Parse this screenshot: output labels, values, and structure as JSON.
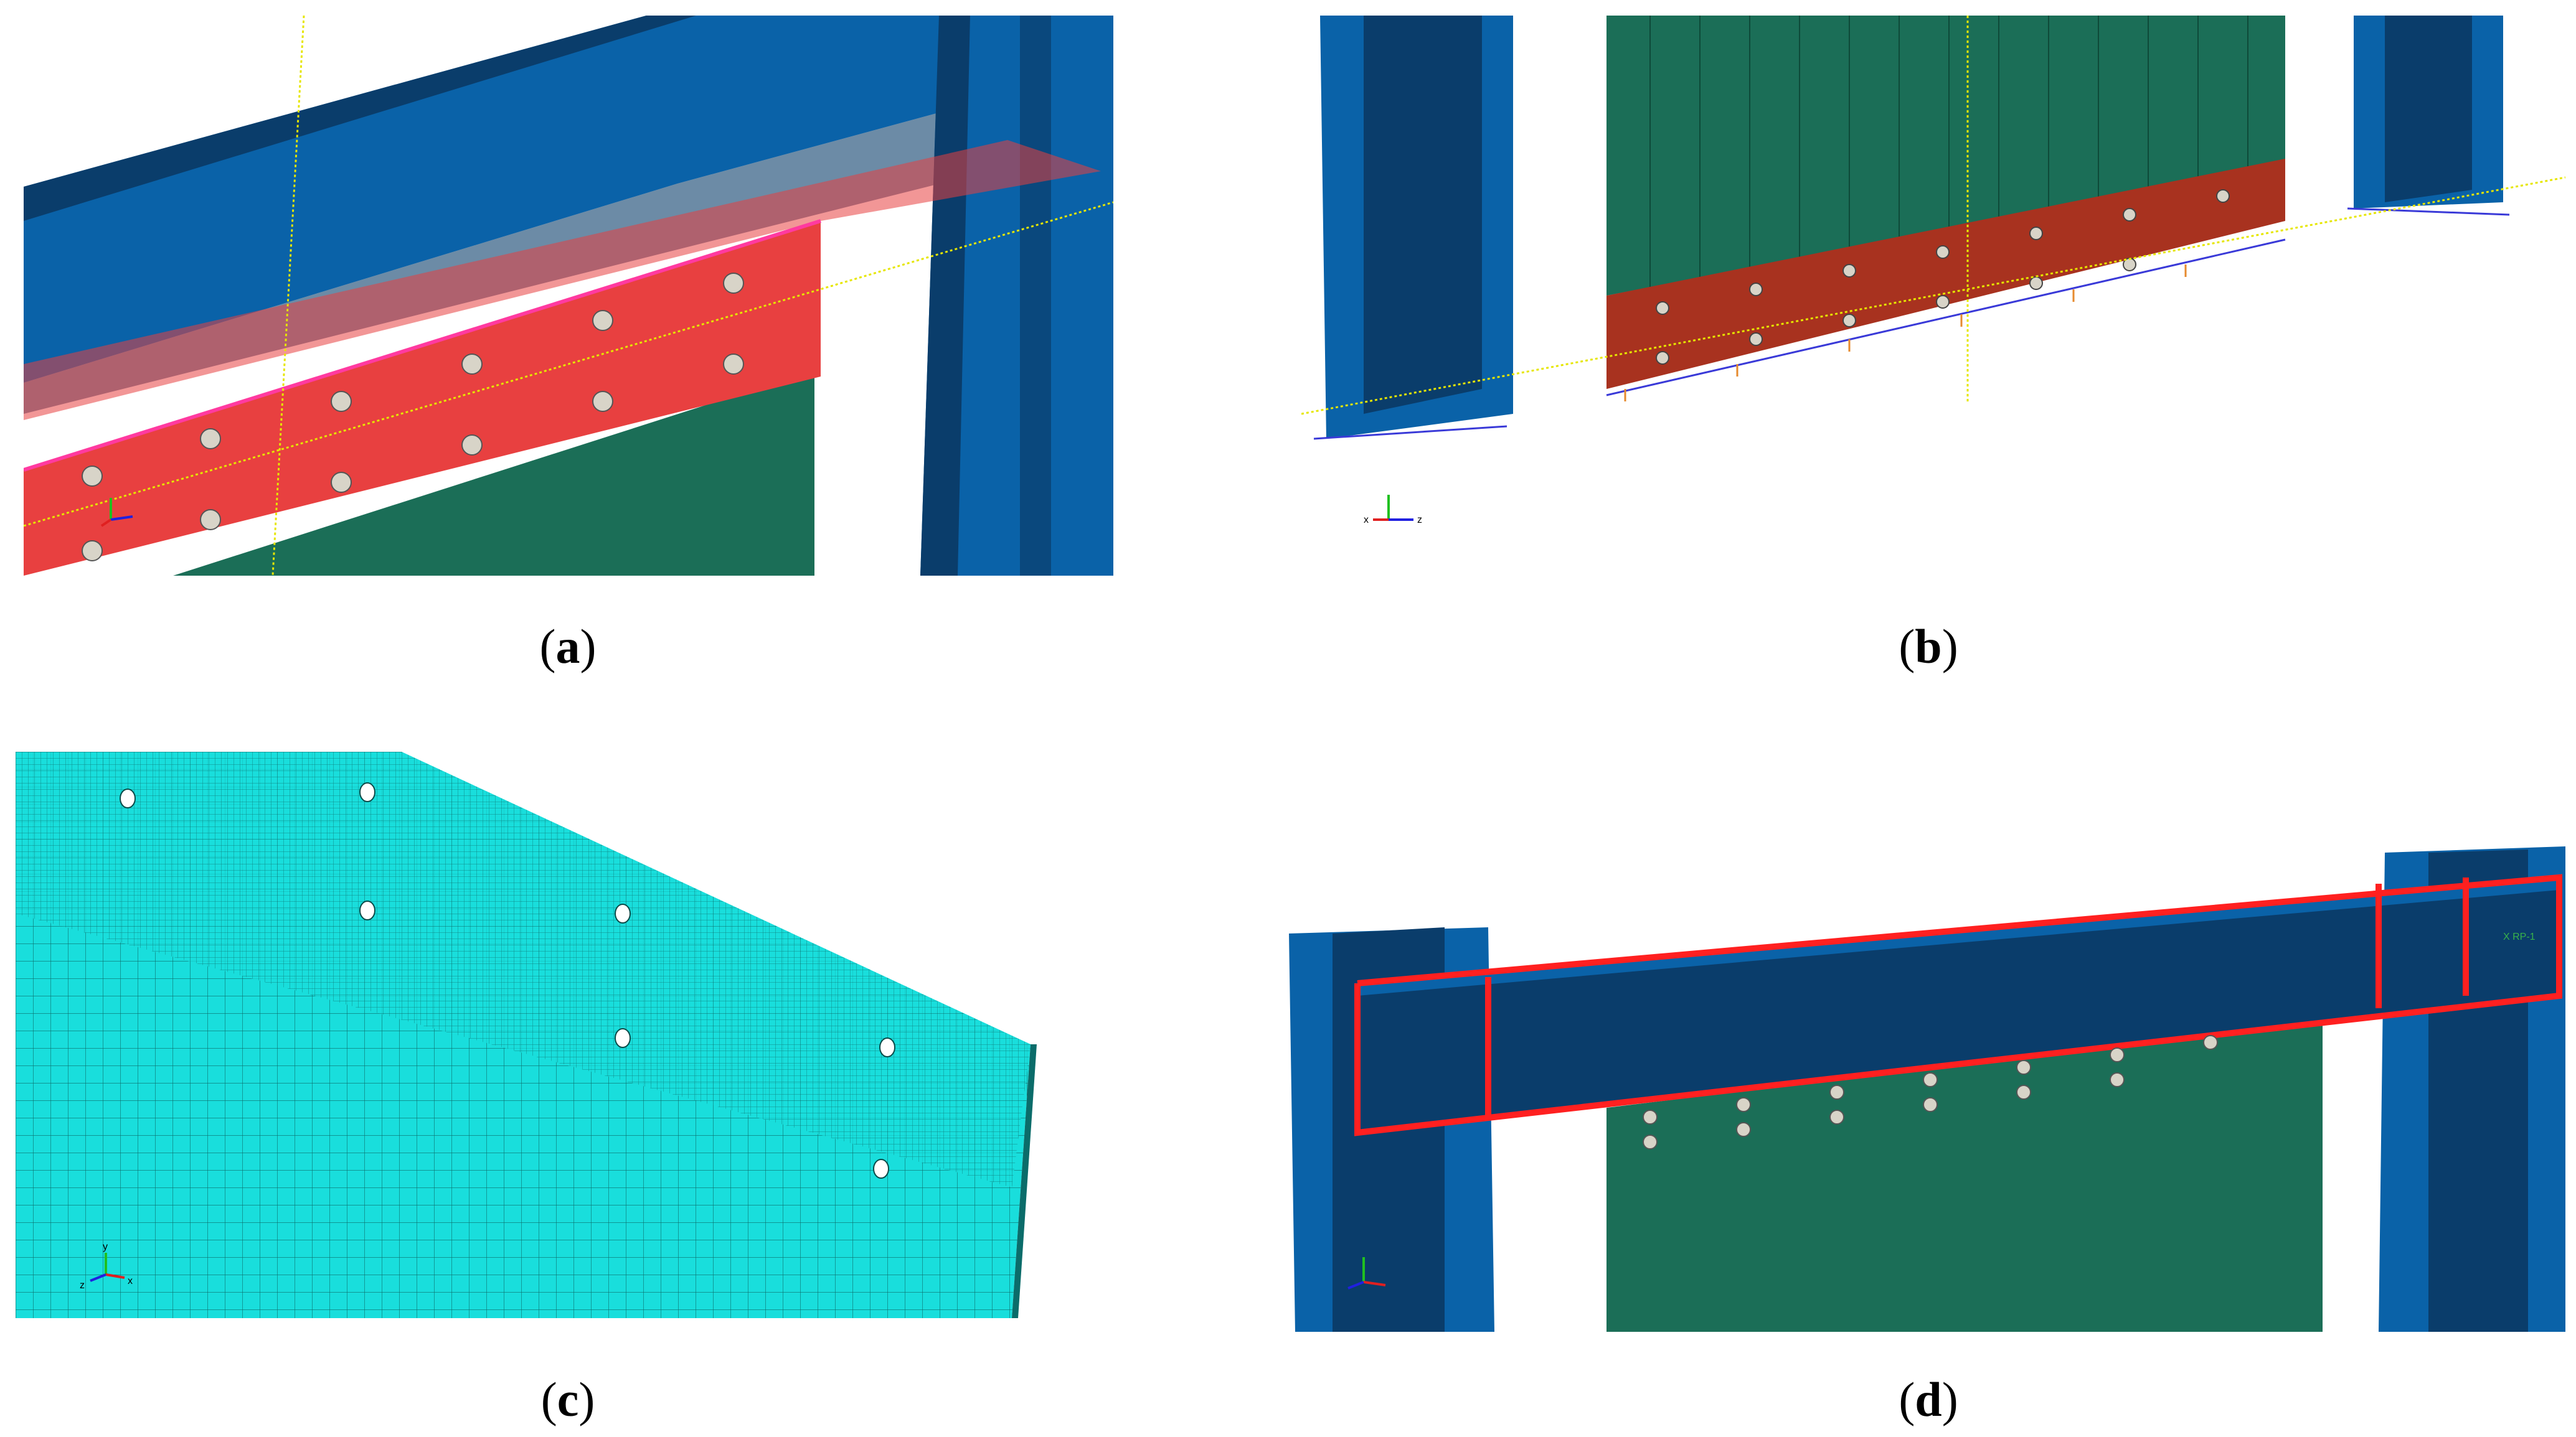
{
  "figure": {
    "panels": [
      {
        "id": "a",
        "caption_open": "(",
        "caption_letter": "a",
        "caption_close": ")"
      },
      {
        "id": "b",
        "caption_open": "(",
        "caption_letter": "b",
        "caption_close": ")"
      },
      {
        "id": "c",
        "caption_open": "(",
        "caption_letter": "c",
        "caption_close": ")"
      },
      {
        "id": "d",
        "caption_open": "(",
        "caption_letter": "d",
        "caption_close": ")"
      }
    ],
    "triad": {
      "x": "x",
      "y": "y",
      "z": "z"
    },
    "reference_point": "X RP-1"
  },
  "colors": {
    "steel_blue": "#0a62a8",
    "steel_dark": "#0a3d6b",
    "angle_red": "#e84040",
    "plate_green": "#1b6e57",
    "mesh_cyan": "#19dedc",
    "bolt": "#d8d4c8",
    "constraint_red": "#ff2020",
    "guide_yellow": "#e6e600",
    "bc_blue": "#3a3ad8"
  }
}
